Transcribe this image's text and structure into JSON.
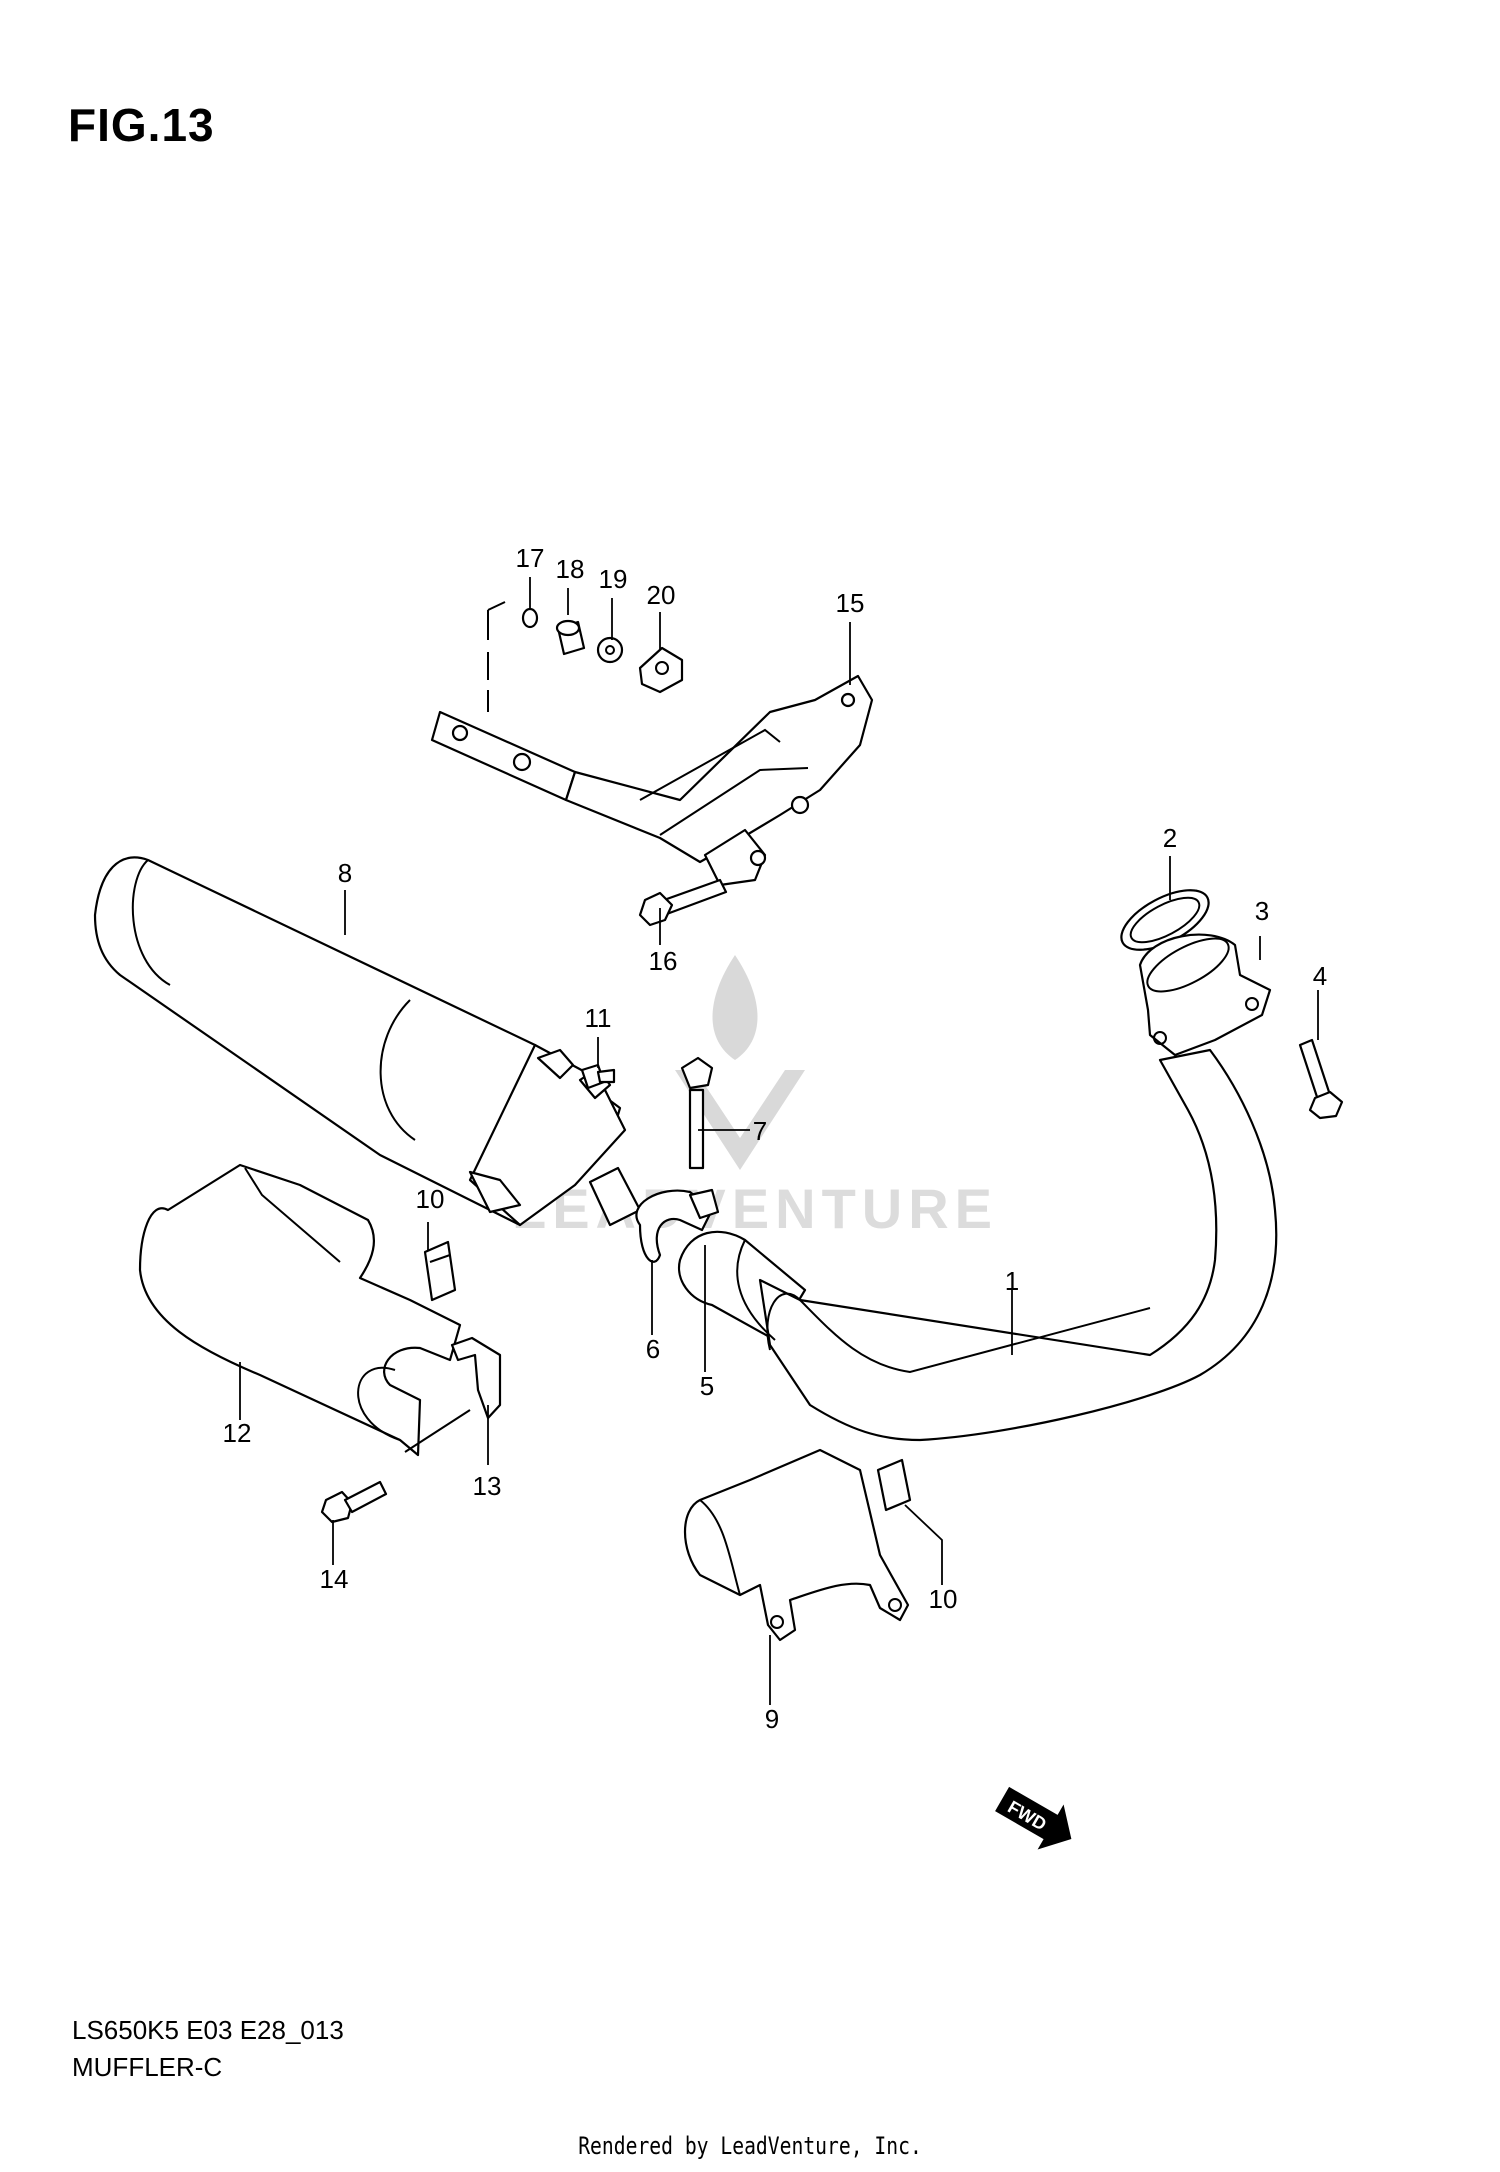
{
  "figure": {
    "title": "FIG.13"
  },
  "watermark": {
    "text": "LEADVENTURE"
  },
  "callouts": [
    "1",
    "2",
    "3",
    "4",
    "5",
    "6",
    "7",
    "8",
    "9",
    "10",
    "11",
    "12",
    "13",
    "14",
    "15",
    "16",
    "17",
    "18",
    "19",
    "20"
  ],
  "fwd_arrow": {
    "text": "FWD"
  },
  "footer": {
    "model_code": "LS650K5 E03 E28_013",
    "part_name": "MUFFLER-C",
    "credit": "Rendered by LeadVenture, Inc."
  }
}
